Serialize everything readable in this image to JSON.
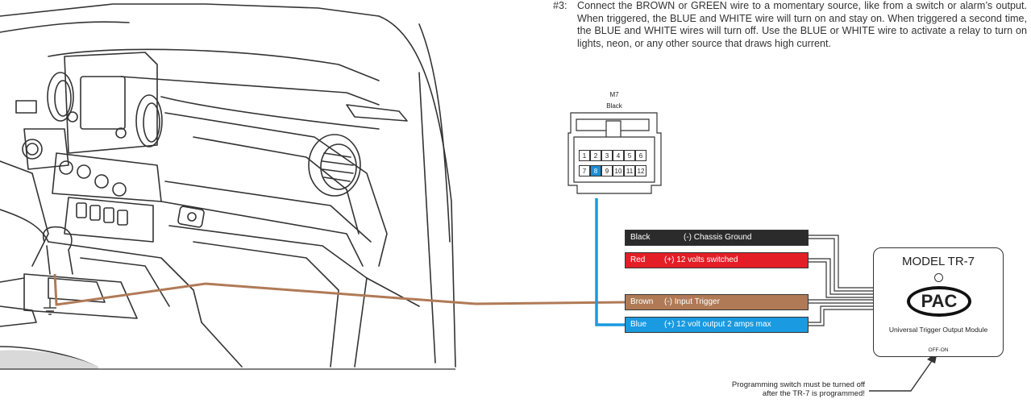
{
  "instruction": {
    "number": "#3:",
    "text": "Connect the BROWN or GREEN wire to a momentary source, like from a switch or alarm’s output. When triggered, the BLUE and WHITE wire will turn on and stay on. When triggered a second time, the BLUE and WHITE wires will turn off. Use the BLUE or WHITE wire to activate a relay to turn on lights, neon, or any other source that draws high current."
  },
  "connector": {
    "name": "M7",
    "color": "Black",
    "pins_top": [
      "1",
      "2",
      "3",
      "4",
      "5",
      "6"
    ],
    "pins_bottom": [
      "7",
      "8",
      "9",
      "10",
      "11",
      "12"
    ],
    "active_pin": "8"
  },
  "wires": [
    {
      "color_name": "Black",
      "function": "(-) Chassis Ground",
      "hex": "#2b2b2b"
    },
    {
      "color_name": "Red",
      "function": "(+) 12 volts switched",
      "hex": "#e41e26"
    },
    {
      "color_name": "Brown",
      "function": "(-) Input Trigger",
      "hex": "#b07a56"
    },
    {
      "color_name": "Blue",
      "function": "(+) 12 volt output 2 amps max",
      "hex": "#1a9ae0"
    }
  ],
  "module": {
    "title": "MODEL TR-7",
    "logo": "PAC",
    "subtitle": "Universal Trigger Output Module",
    "switch_label": "OFF-ON"
  },
  "note": {
    "line1": "Programming switch must be turned off",
    "line2": "after the TR-7 is programmed!"
  },
  "colors": {
    "brown_wire": "#b07a56",
    "blue_wire": "#1a9ae0",
    "line": "#333333"
  }
}
